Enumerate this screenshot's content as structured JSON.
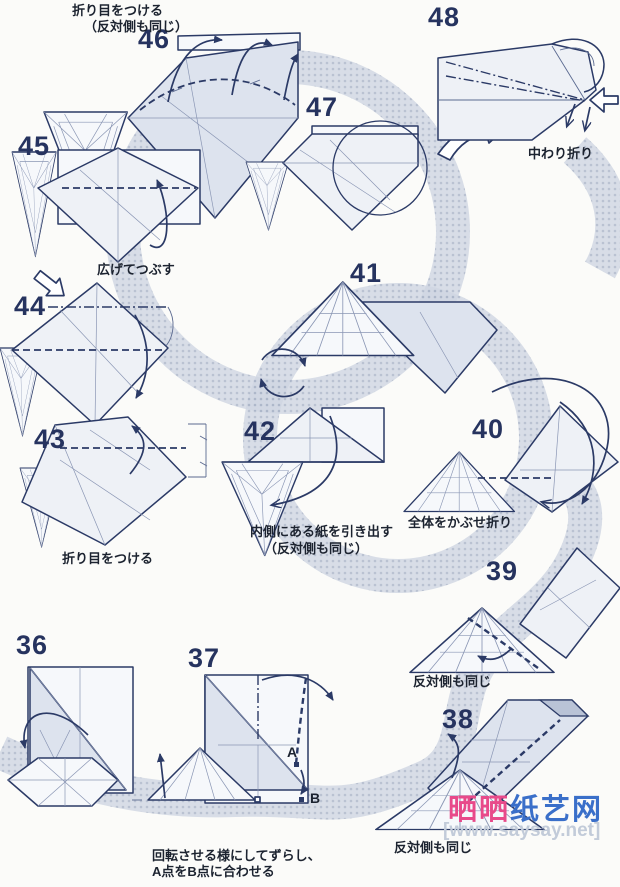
{
  "diagram_type": "origami-instruction-sequence",
  "colors": {
    "line": "#2b3a66",
    "fill_light": "#eef1f6",
    "fill_shade": "#dde3ee",
    "band": "#ccd3e0",
    "watermark_pink": "#e84a8a",
    "watermark_blue": "#3a6fc9"
  },
  "steps": {
    "s36": {
      "number": "36"
    },
    "s37": {
      "number": "37",
      "caption_l1": "回転させる様にしてずらし、",
      "caption_l2": "A点をB点に合わせる",
      "point_a": "A",
      "point_b": "B"
    },
    "s38": {
      "number": "38",
      "caption": "反対側も同じ"
    },
    "s39": {
      "number": "39",
      "caption": "反対側も同じ"
    },
    "s40": {
      "number": "40",
      "caption": "全体をかぶせ折り"
    },
    "s41": {
      "number": "41"
    },
    "s42": {
      "number": "42",
      "caption_l1": "内側にある紙を引き出す",
      "caption_l2": "（反対側も同じ）"
    },
    "s43": {
      "number": "43",
      "caption": "折り目をつける"
    },
    "s44": {
      "number": "44",
      "caption": "広げてつぶす"
    },
    "s45": {
      "number": "45"
    },
    "s46": {
      "number": "46",
      "caption_l1": "折り目をつける",
      "caption_l2": "（反対側も同じ）"
    },
    "s47": {
      "number": "47"
    },
    "s48": {
      "number": "48",
      "caption": "中わり折り"
    }
  },
  "watermark": {
    "site_name_part1": "晒晒",
    "site_name_part2": "纸艺网",
    "url": "[www.saysay.net]"
  }
}
